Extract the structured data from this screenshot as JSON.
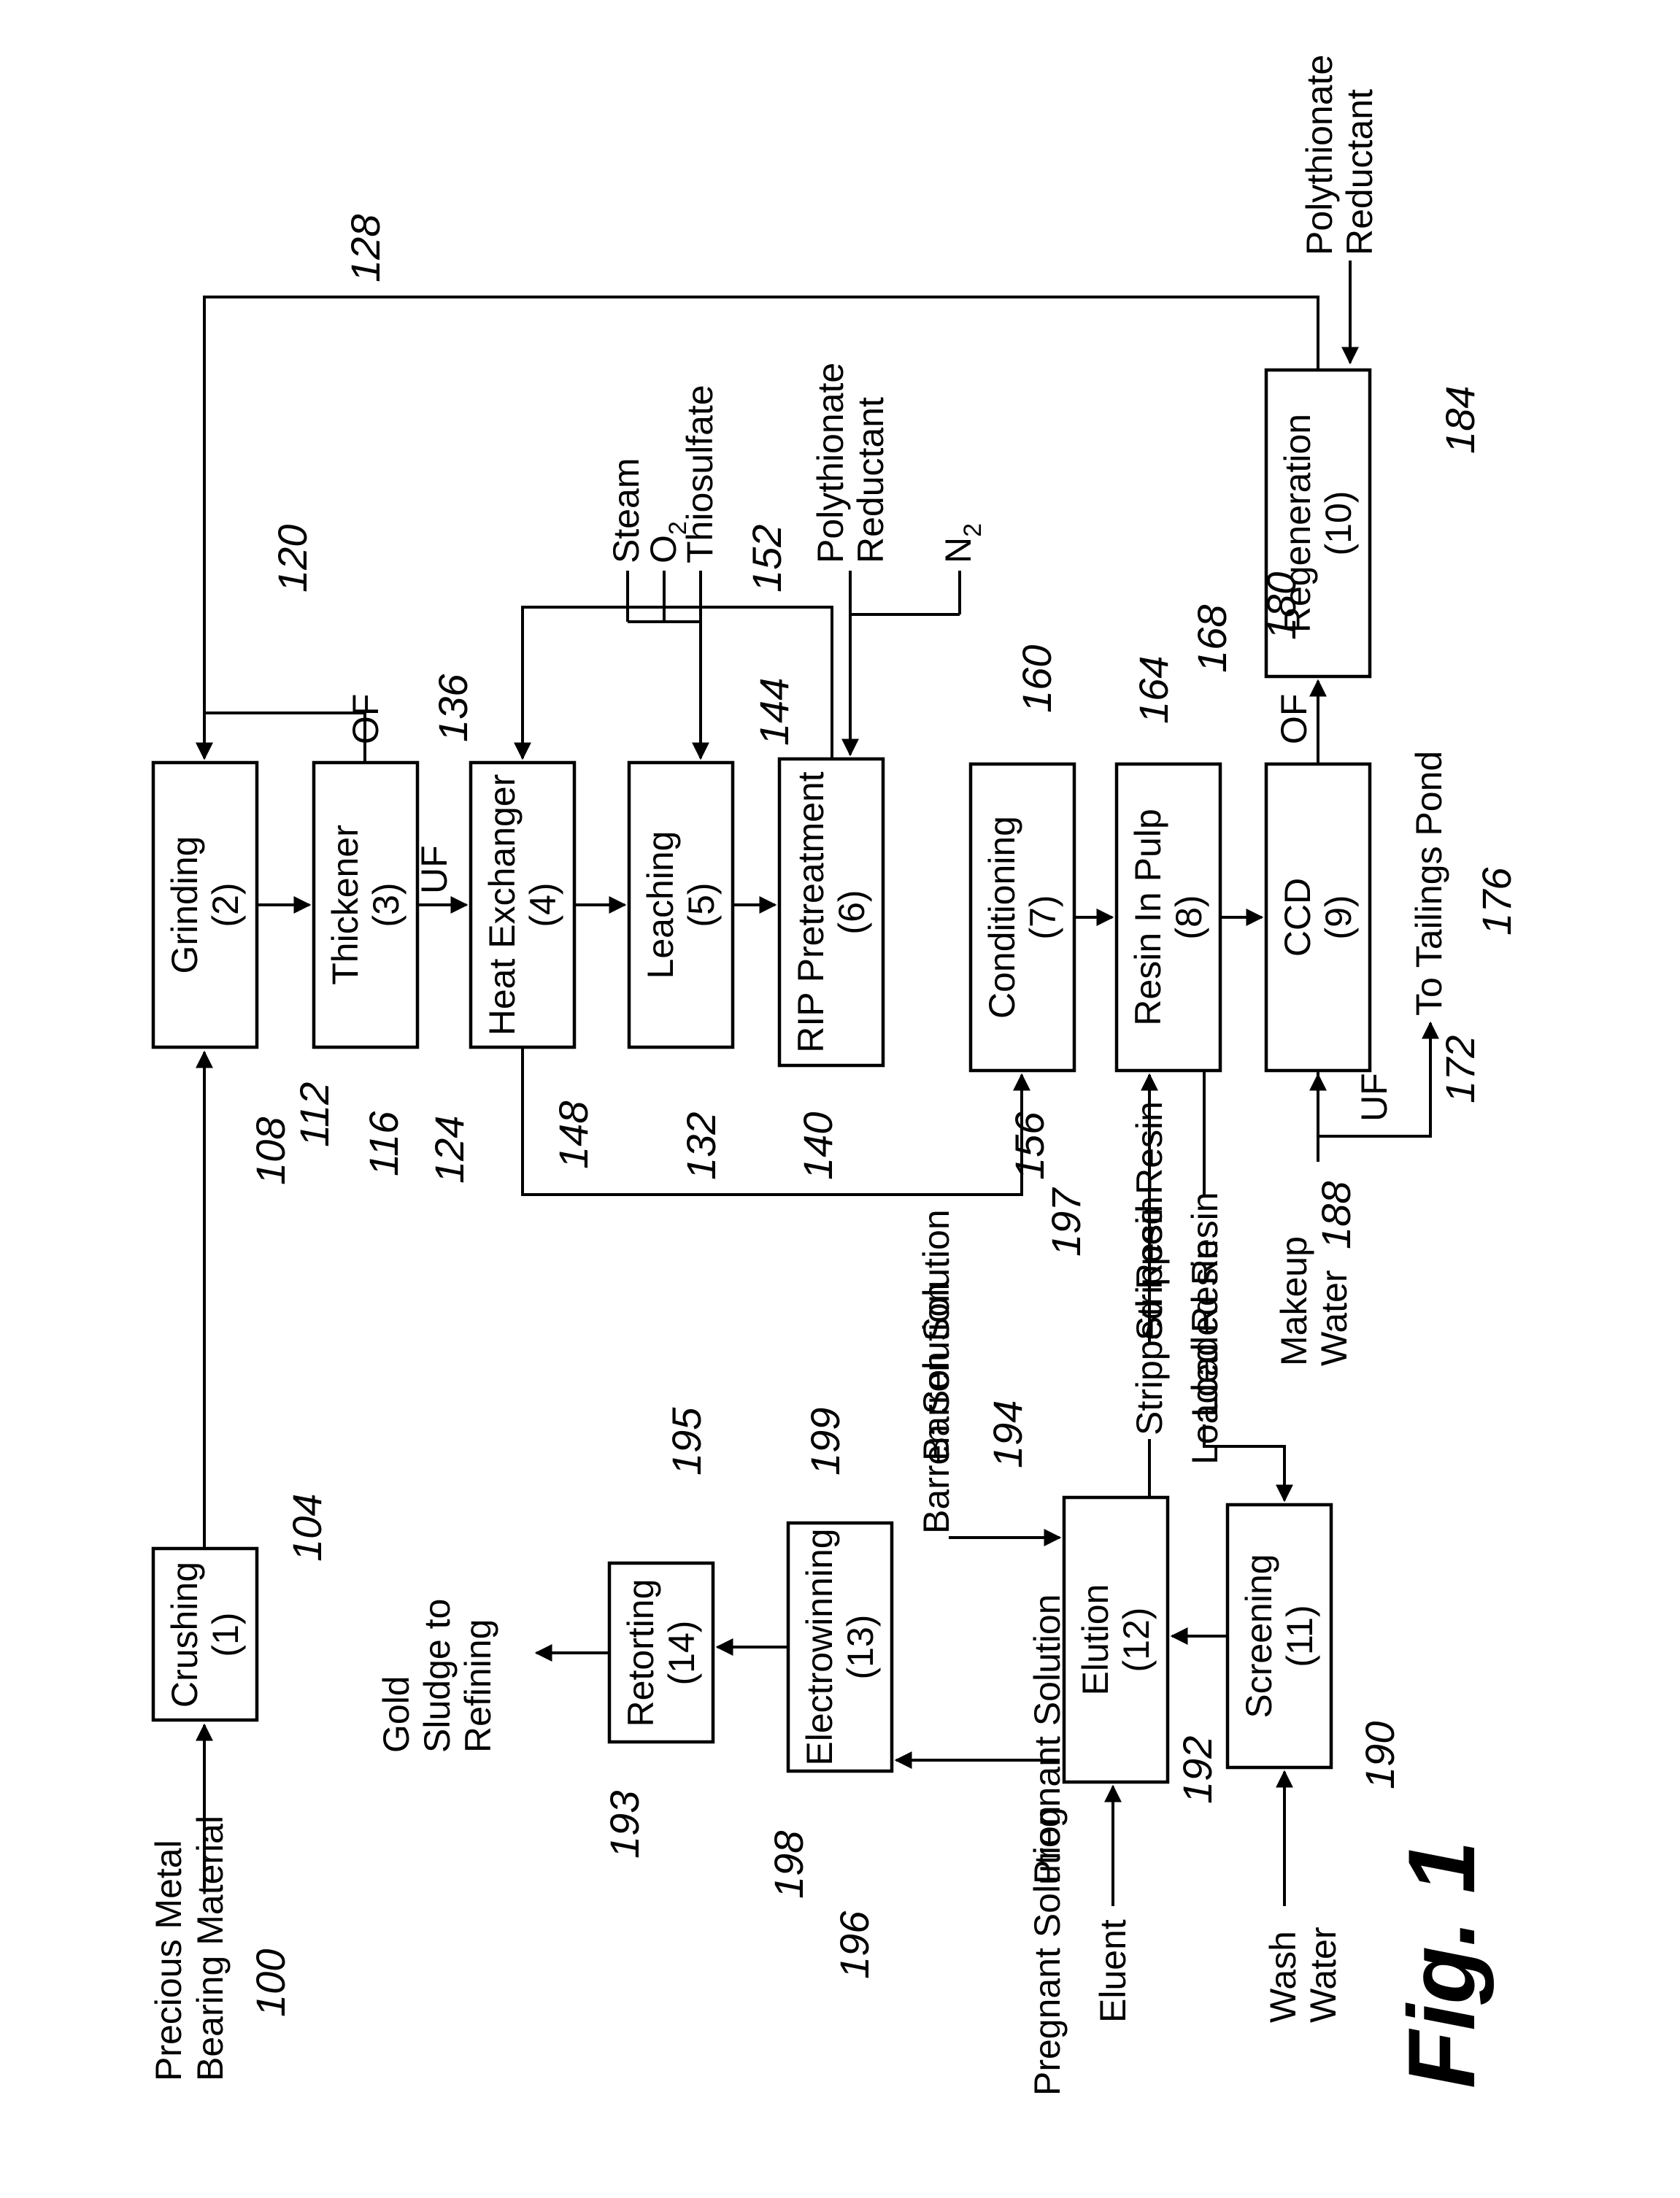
{
  "figure": {
    "label": "Fig. 1"
  },
  "boxes": {
    "crushing": {
      "name": "Crushing",
      "num": "(1)"
    },
    "grinding": {
      "name": "Grinding",
      "num": "(2)"
    },
    "thickener": {
      "name": "Thickener",
      "num": "(3)"
    },
    "heat_exchanger": {
      "name": "Heat Exchanger",
      "num": "(4)"
    },
    "leaching": {
      "name": "Leaching",
      "num": "(5)"
    },
    "rip_pretreatment": {
      "name": "RIP Pretreatment",
      "num": "(6)"
    },
    "conditioning": {
      "name": "Conditioning",
      "num": "(7)"
    },
    "resin_in_pulp": {
      "name": "Resin In Pulp",
      "num": "(8)"
    },
    "ccd": {
      "name": "CCD",
      "num": "(9)"
    },
    "regeneration": {
      "name": "Regeneration",
      "num": "(10)"
    },
    "screening": {
      "name": "Screening",
      "num": "(11)"
    },
    "elution": {
      "name": "Elution",
      "num": "(12)"
    },
    "electrowinning": {
      "name": "Electrowinning",
      "num": "(13)"
    },
    "retorting": {
      "name": "Retorting",
      "num": "(14)"
    }
  },
  "streams": {
    "precious_metal_l1": "Precious Metal",
    "precious_metal_l2": "Bearing Material",
    "thickener_of": "OF",
    "thickener_uf": "UF",
    "steam": "Steam",
    "o2_base": "O",
    "o2_sub": "2",
    "thiosulfate": "Thiosulfate",
    "poly_top_l1": "Polythionate",
    "poly_top_l2": "Reductant",
    "n2_base": "N",
    "n2_sub": "2",
    "poly_regen_l1": "Polythionate",
    "poly_regen_l2": "Reductant",
    "ccd_of": "OF",
    "ccd_uf": "UF",
    "to_tailings": "To Tailings Pond",
    "makeup_l1": "Makeup",
    "makeup_l2": "Water",
    "stripped_resin_a": "Stripped Resin",
    "loaded_resin_a": "Loaded Resin",
    "stripped_resin_b": "Stripped Resin",
    "loaded_resin_b": "Loaded Resin",
    "barren_solution_a": "Barren Solution",
    "barren_solution_b": "Barren Solution",
    "pregnant_solution_a": "Pregnant Solution",
    "pregnant_solution_b": "Pregnant Solution",
    "eluent": "Eluent",
    "wash_l1": "Wash",
    "wash_l2": "Water",
    "gold_l1": "Gold",
    "gold_l2": "Sludge to",
    "gold_l3": "Refining"
  },
  "refs": {
    "r100": "100",
    "r104": "104",
    "r108": "108",
    "r112": "112",
    "r116": "116",
    "r120": "120",
    "r124": "124",
    "r128": "128",
    "r132": "132",
    "r136": "136",
    "r140": "140",
    "r144": "144",
    "r148": "148",
    "r152": "152",
    "r156": "156",
    "r160": "160",
    "r164": "164",
    "r168": "168",
    "r172": "172",
    "r176": "176",
    "r180": "180",
    "r184": "184",
    "r188": "188",
    "r190": "190",
    "r192": "192",
    "r193": "193",
    "r194": "194",
    "r195": "195",
    "r196": "196",
    "r197": "197",
    "r198": "198",
    "r199": "199"
  }
}
